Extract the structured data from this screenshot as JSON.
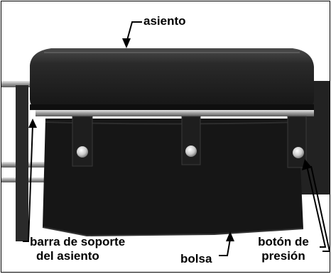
{
  "labels": {
    "seat": "asiento",
    "seat_bar_line1": "barra de soporte",
    "seat_bar_line2": "del asiento",
    "bag": "bolsa",
    "button_line1": "botón de",
    "button_line2": "presión"
  },
  "colors": {
    "seat_cushion": "#1c1c1c",
    "seat_highlight": "#4a4a4a",
    "bag_fabric": "#161616",
    "frame_bar": "#b8b8b8",
    "rivet": "#d9d9d9",
    "callout_text": "#000000"
  }
}
